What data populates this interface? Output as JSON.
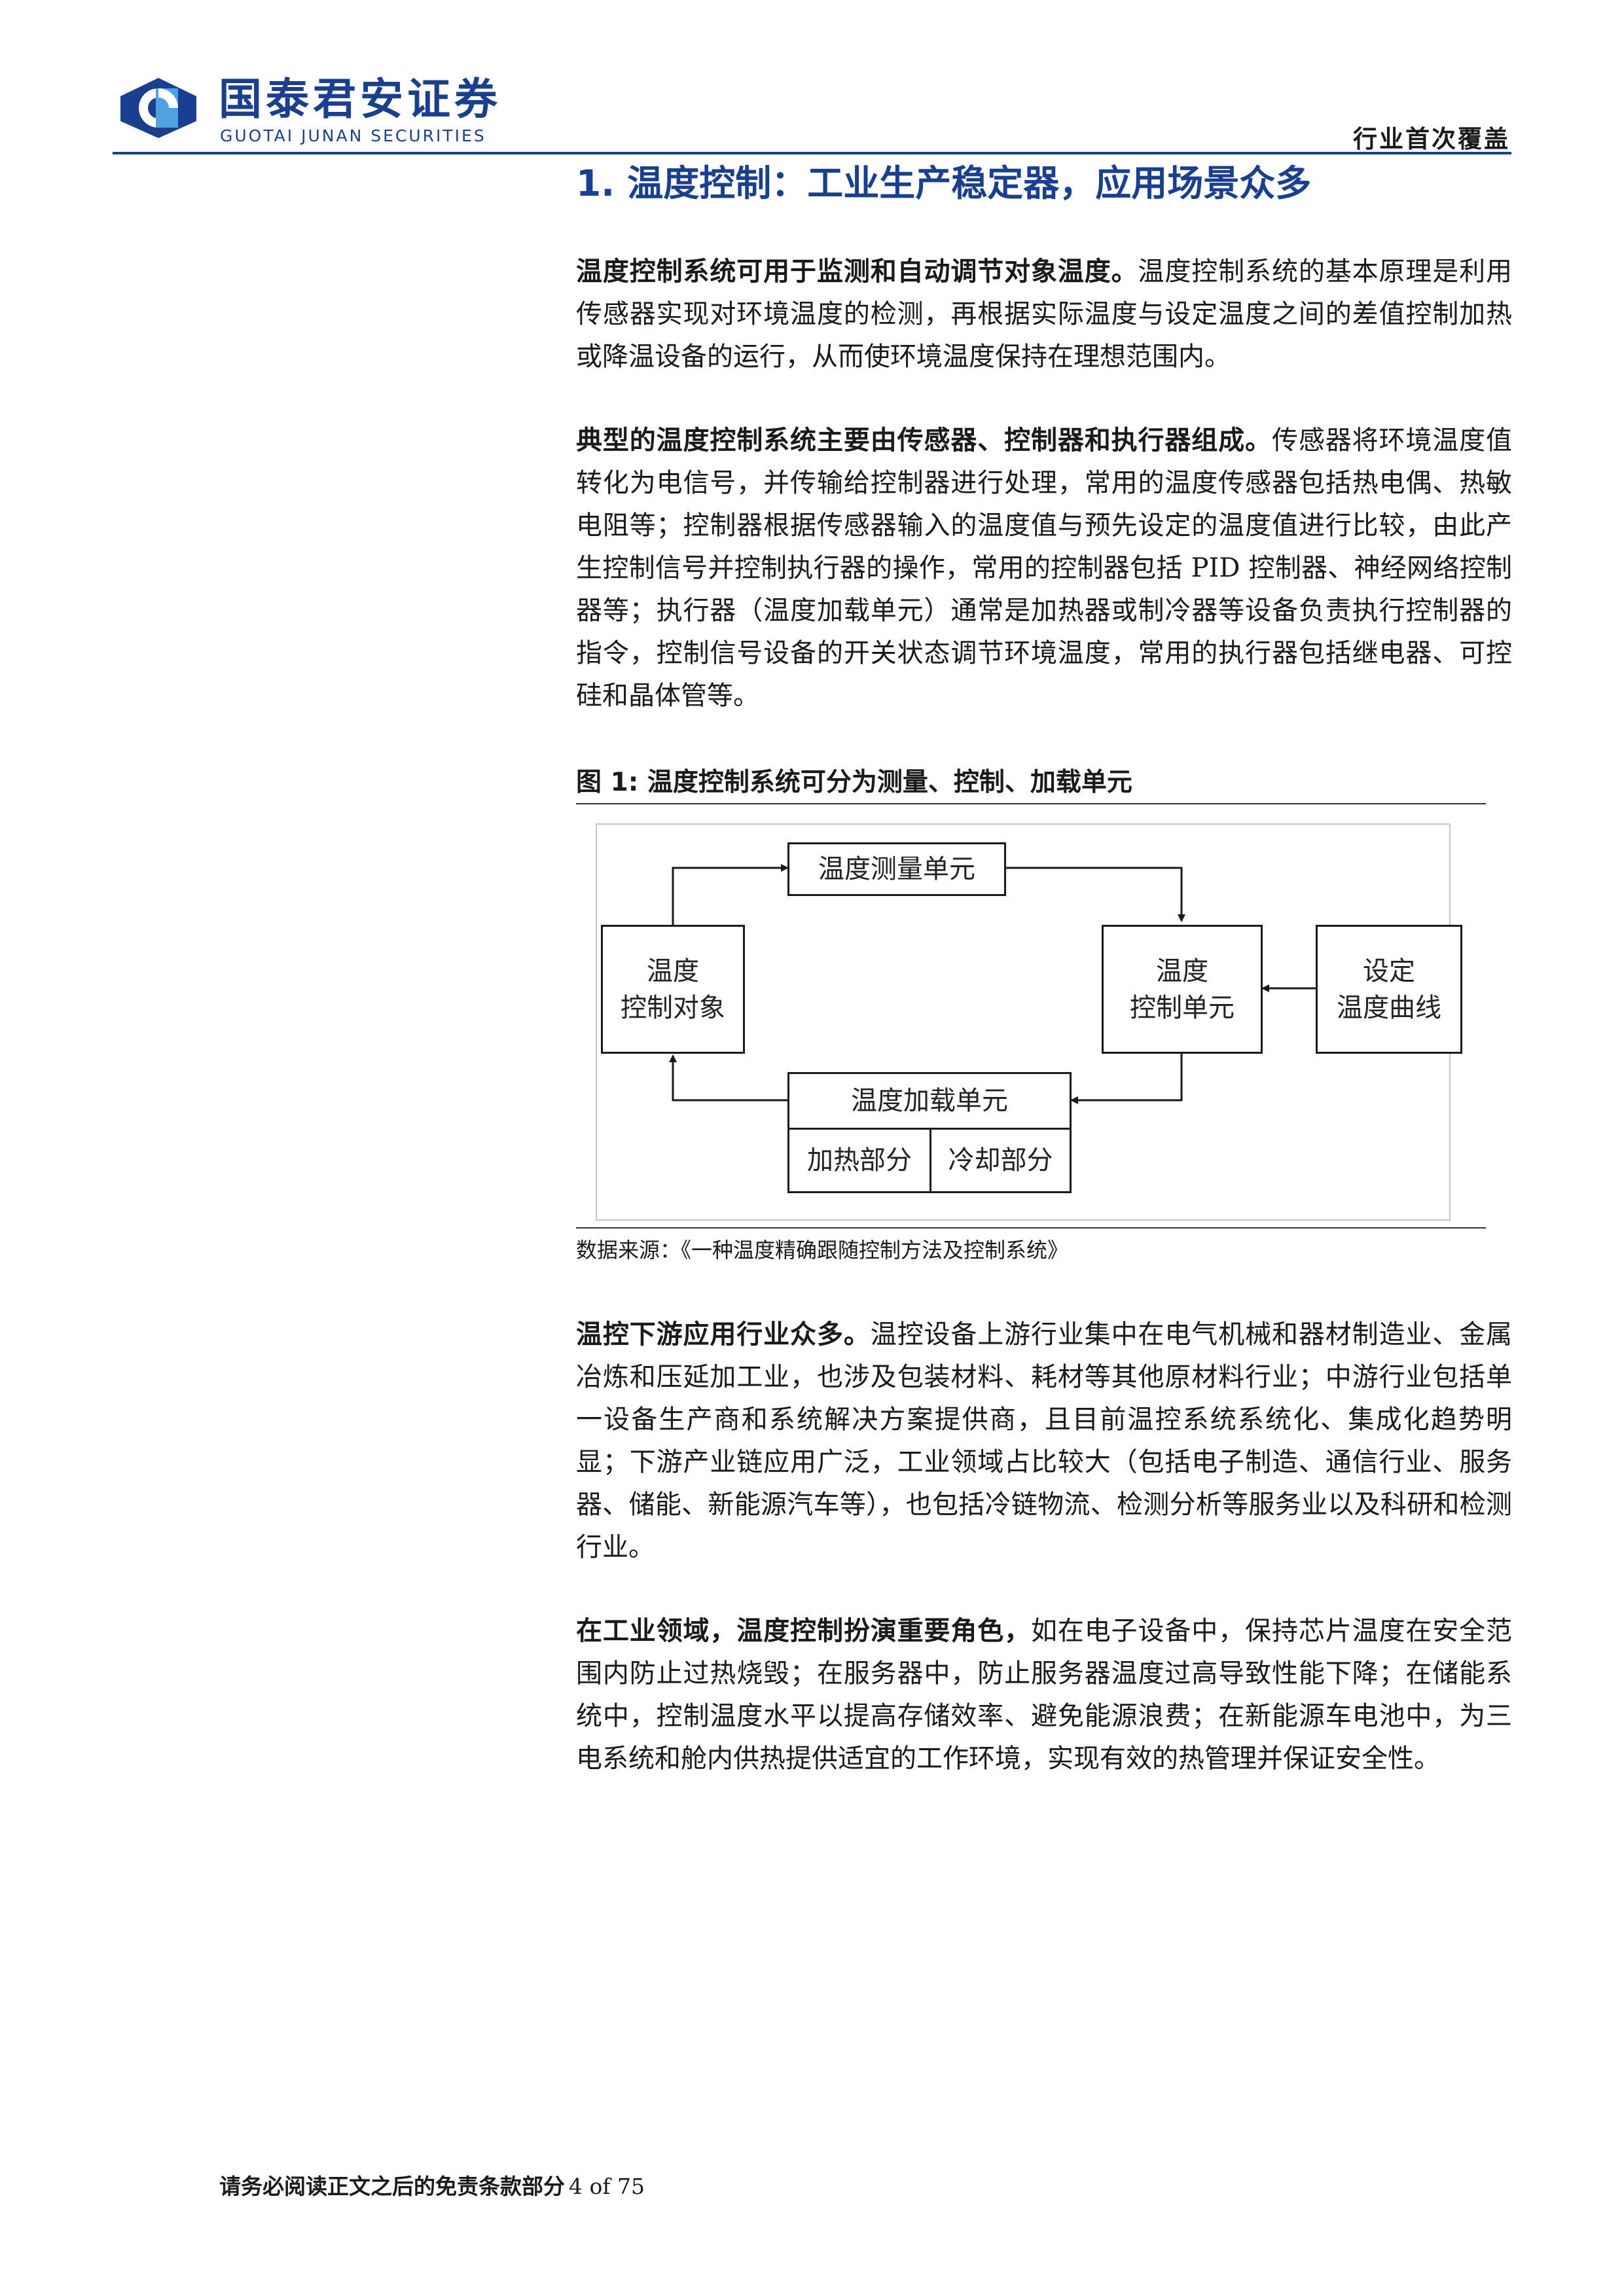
{
  "header": {
    "brand_cn": "国泰君安证券",
    "brand_en": "GUOTAI JUNAN SECURITIES",
    "report_type": "行业首次覆盖"
  },
  "section": {
    "title": "1.  温度控制：工业生产稳定器，应用场景众多"
  },
  "paragraphs": [
    {
      "lead": "温度控制系统可用于监测和自动调节对象温度。",
      "body": "温度控制系统的基本原理是利用传感器实现对环境温度的检测，再根据实际温度与设定温度之间的差值控制加热或降温设备的运行，从而使环境温度保持在理想范围内。"
    },
    {
      "lead": "典型的温度控制系统主要由传感器、控制器和执行器组成。",
      "body": "传感器将环境温度值转化为电信号，并传输给控制器进行处理，常用的温度传感器包括热电偶、热敏电阻等；控制器根据传感器输入的温度值与预先设定的温度值进行比较，由此产生控制信号并控制执行器的操作，常用的控制器包括 PID 控制器、神经网络控制器等；执行器（温度加载单元）通常是加热器或制冷器等设备负责执行控制器的指令，控制信号设备的开关状态调节环境温度，常用的执行器包括继电器、可控硅和晶体管等。"
    },
    {
      "lead": "温控下游应用行业众多。",
      "body": "温控设备上游行业集中在电气机械和器材制造业、金属冶炼和压延加工业，也涉及包装材料、耗材等其他原材料行业；中游行业包括单一设备生产商和系统解决方案提供商，且目前温控系统系统化、集成化趋势明显；下游产业链应用广泛，工业领域占比较大（包括电子制造、通信行业、服务器、储能、新能源汽车等），也包括冷链物流、检测分析等服务业以及科研和检测行业。"
    },
    {
      "lead": "在工业领域，温度控制扮演重要角色，",
      "body": "如在电子设备中，保持芯片温度在安全范围内防止过热烧毁；在服务器中，防止服务器温度过高导致性能下降；在储能系统中，控制温度水平以提高存储效率、避免能源浪费；在新能源车电池中，为三电系统和舱内供热提供适宜的工作环境，实现有效的热管理并保证安全性。"
    }
  ],
  "figure": {
    "title": "图 1:  温度控制系统可分为测量、控制、加载单元",
    "source": "数据来源：《一种温度精确跟随控制方法及控制系统》",
    "boxes": {
      "measure": "温度测量单元",
      "object_l1": "温度",
      "object_l2": "控制对象",
      "control_l1": "温度",
      "control_l2": "控制单元",
      "setpoint_l1": "设定",
      "setpoint_l2": "温度曲线",
      "load": "温度加载单元",
      "heat": "加热部分",
      "cool": "冷却部分"
    }
  },
  "footer": {
    "disclaimer": "请务必阅读正文之后的免责条款部分",
    "page": "4 of 75"
  }
}
